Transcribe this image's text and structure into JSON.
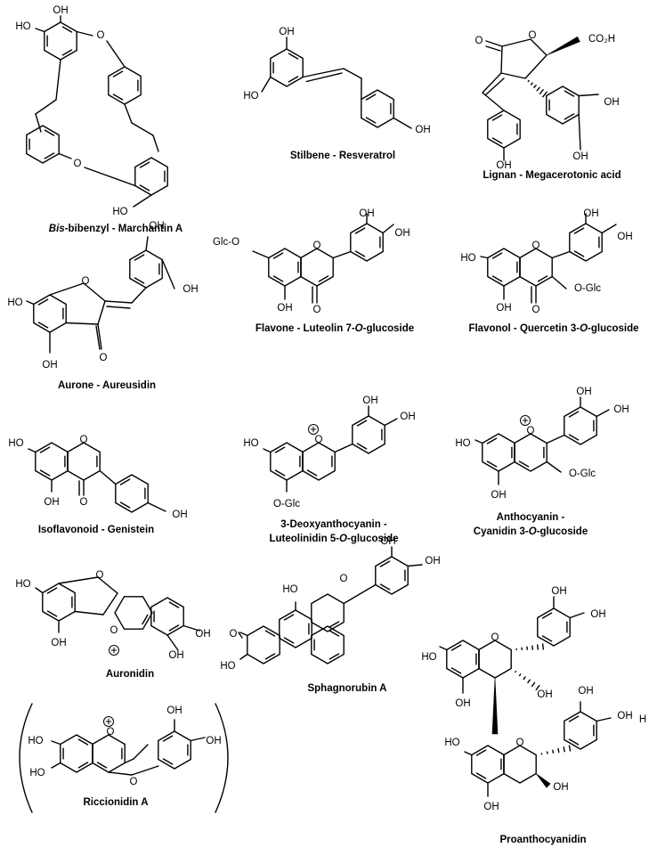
{
  "figure": {
    "compounds": [
      {
        "id": "marchantin",
        "caption_parts": [
          {
            "text": "Bis",
            "italic": true
          },
          {
            "text": "-bibenzyl - Marchantin A",
            "italic": false
          }
        ],
        "atoms": [
          "HO",
          "OH",
          "O",
          "O",
          "HO"
        ]
      },
      {
        "id": "resveratrol",
        "caption_parts": [
          {
            "text": "Stilbene - Resveratrol",
            "italic": false
          }
        ],
        "atoms": [
          "OH",
          "HO",
          "OH"
        ]
      },
      {
        "id": "megacerotonic",
        "caption_parts": [
          {
            "text": "Lignan - Megacerotonic acid",
            "italic": false
          }
        ],
        "atoms": [
          "O",
          "O",
          "CO₂H",
          "OH",
          "OH",
          "OH"
        ]
      },
      {
        "id": "aureusidin",
        "caption_parts": [
          {
            "text": "Aurone - Aureusidin",
            "italic": false
          }
        ],
        "atoms": [
          "OH",
          "OH",
          "HO",
          "O",
          "OH",
          "O"
        ]
      },
      {
        "id": "luteolin",
        "caption_parts": [
          {
            "text": "Flavone - Luteolin 7-",
            "italic": false
          },
          {
            "text": "O",
            "italic": true
          },
          {
            "text": "-glucoside",
            "italic": false
          }
        ],
        "atoms": [
          "OH",
          "OH",
          "Glc-O",
          "O",
          "OH",
          "O"
        ]
      },
      {
        "id": "quercetin",
        "caption_parts": [
          {
            "text": "Flavonol - Quercetin 3-",
            "italic": false
          },
          {
            "text": "O",
            "italic": true
          },
          {
            "text": "-glucoside",
            "italic": false
          }
        ],
        "atoms": [
          "OH",
          "OH",
          "HO",
          "O",
          "O-Glc",
          "OH",
          "O"
        ]
      },
      {
        "id": "genistein",
        "caption_parts": [
          {
            "text": "Isoflavonoid - Genistein",
            "italic": false
          }
        ],
        "atoms": [
          "HO",
          "O",
          "OH",
          "O",
          "OH"
        ]
      },
      {
        "id": "luteolinidin",
        "caption_lines": [
          [
            {
              "text": "3-Deoxyanthocyanin -",
              "italic": false
            }
          ],
          [
            {
              "text": "Luteolinidin 5-",
              "italic": false
            },
            {
              "text": "O",
              "italic": true
            },
            {
              "text": "-glucoside",
              "italic": false
            }
          ]
        ],
        "atoms": [
          "OH",
          "OH",
          "HO",
          "O",
          "O-Glc"
        ]
      },
      {
        "id": "cyanidin",
        "caption_lines": [
          [
            {
              "text": "Anthocyanin -",
              "italic": false
            }
          ],
          [
            {
              "text": "Cyanidin 3-",
              "italic": false
            },
            {
              "text": "O",
              "italic": true
            },
            {
              "text": "-glucoside",
              "italic": false
            }
          ]
        ],
        "atoms": [
          "OH",
          "OH",
          "HO",
          "O",
          "O-Glc",
          "OH"
        ]
      },
      {
        "id": "auronidin",
        "caption_parts": [
          {
            "text": "Auronidin",
            "italic": false
          }
        ],
        "atoms": [
          "HO",
          "O",
          "OH",
          "O",
          "OH",
          "OH"
        ]
      },
      {
        "id": "riccionidin",
        "caption_parts": [
          {
            "text": "Riccionidin A",
            "italic": false
          }
        ],
        "atoms": [
          "OH",
          "HO",
          "OH",
          "HO",
          "O",
          "O"
        ]
      },
      {
        "id": "sphagnorubin",
        "caption_parts": [
          {
            "text": "Sphagnorubin A",
            "italic": false
          }
        ],
        "atoms": [
          "OH",
          "OH",
          "HO",
          "O",
          "O",
          "HO"
        ]
      },
      {
        "id": "proanthocyanidin",
        "caption_parts": [
          {
            "text": "Proanthocyanidin",
            "italic": false
          }
        ],
        "atoms": [
          "OH",
          "OH",
          "HO",
          "O",
          "OH",
          "OH",
          "OH",
          "OH",
          "H",
          "HO",
          "O",
          "OH",
          "OH"
        ]
      }
    ]
  }
}
